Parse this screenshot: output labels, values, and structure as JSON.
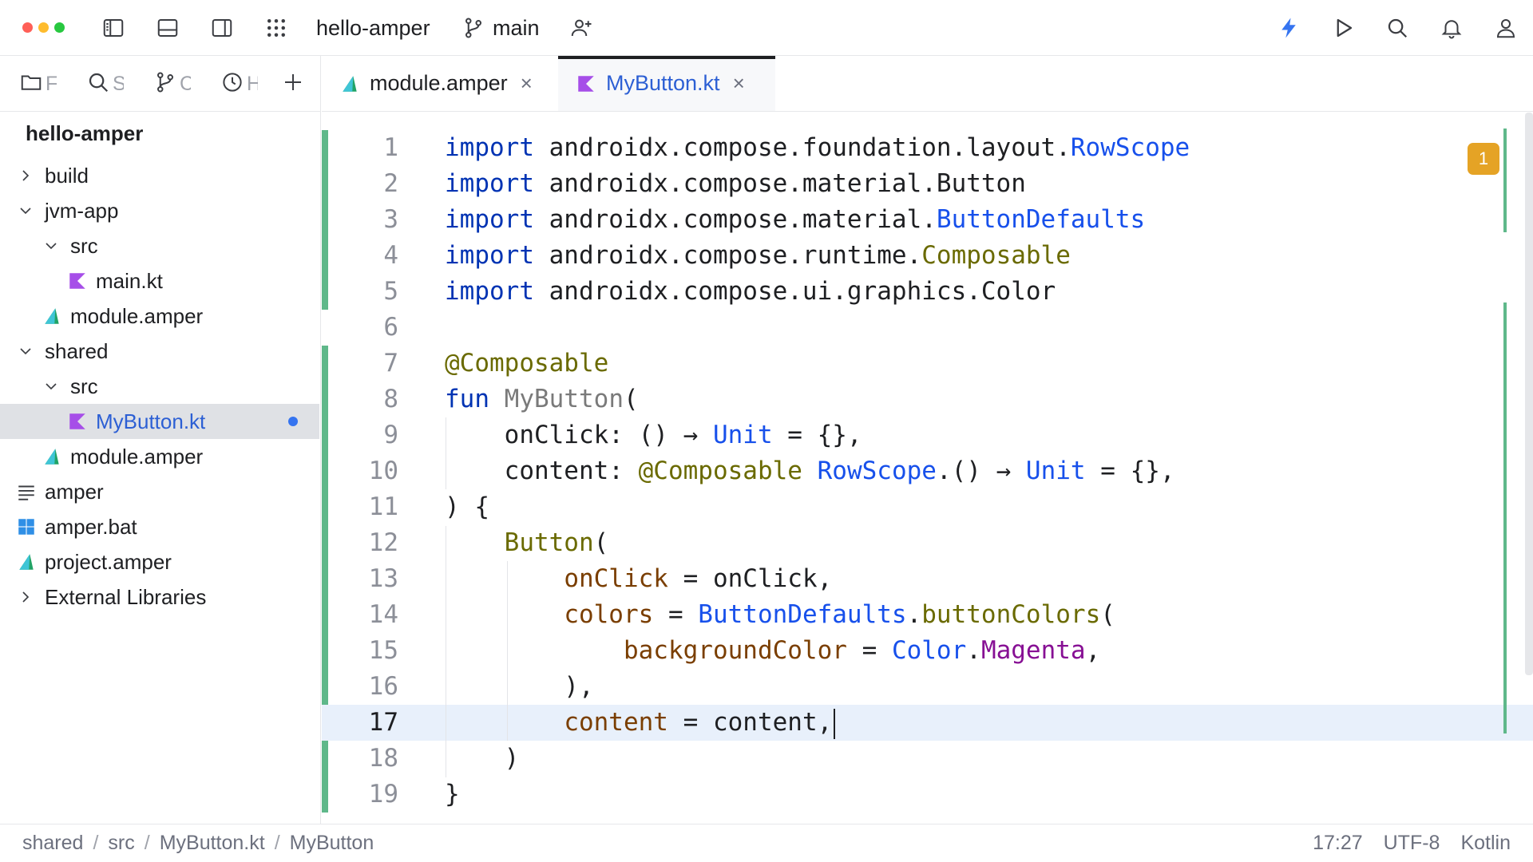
{
  "titlebar": {
    "project": "hello-amper",
    "branch": "main",
    "icons": [
      "sidebar-left-icon",
      "panel-bottom-icon",
      "sidebar-right-icon",
      "apps-grid-icon",
      "branch-icon",
      "add-user-icon",
      "bolt-icon",
      "run-icon",
      "search-icon",
      "bell-icon",
      "profile-icon"
    ]
  },
  "left_tabs": [
    {
      "icon": "folder-icon",
      "label": "F"
    },
    {
      "icon": "search-icon",
      "label": "S"
    },
    {
      "icon": "commit-icon",
      "label": "C"
    },
    {
      "icon": "history-icon",
      "label": "H"
    }
  ],
  "tree": {
    "root": "hello-amper",
    "items": [
      {
        "label": "build",
        "depth": 0,
        "chevron": "right",
        "icon": ""
      },
      {
        "label": "jvm-app",
        "depth": 0,
        "chevron": "down",
        "icon": ""
      },
      {
        "label": "src",
        "depth": 1,
        "chevron": "down",
        "icon": ""
      },
      {
        "label": "main.kt",
        "depth": 2,
        "chevron": "",
        "icon": "kotlin"
      },
      {
        "label": "module.amper",
        "depth": 1,
        "chevron": "",
        "icon": "amper"
      },
      {
        "label": "shared",
        "depth": 0,
        "chevron": "down",
        "icon": ""
      },
      {
        "label": "src",
        "depth": 1,
        "chevron": "down",
        "icon": ""
      },
      {
        "label": "MyButton.kt",
        "depth": 2,
        "chevron": "",
        "icon": "kotlin",
        "selected": true
      },
      {
        "label": "module.amper",
        "depth": 1,
        "chevron": "",
        "icon": "amper"
      },
      {
        "label": "amper",
        "depth": -1,
        "chevron": "",
        "icon": "text"
      },
      {
        "label": "amper.bat",
        "depth": -1,
        "chevron": "",
        "icon": "windows"
      },
      {
        "label": "project.amper",
        "depth": -1,
        "chevron": "",
        "icon": "amper"
      },
      {
        "label": "External Libraries",
        "depth": 0,
        "chevron": "right",
        "icon": ""
      }
    ]
  },
  "editor_tabs": [
    {
      "label": "module.amper",
      "icon": "amper",
      "active": false
    },
    {
      "label": "MyButton.kt",
      "icon": "kotlin",
      "active": true
    }
  ],
  "editor": {
    "warning_count": "1",
    "current_line": 17,
    "lines": [
      [
        [
          "import",
          "k"
        ],
        [
          " androidx.compose.foundation.layout.",
          ""
        ],
        [
          "RowScope",
          "t"
        ]
      ],
      [
        [
          "import",
          "k"
        ],
        [
          " androidx.compose.material.Button",
          ""
        ]
      ],
      [
        [
          "import",
          "k"
        ],
        [
          " androidx.compose.material.",
          ""
        ],
        [
          "ButtonDefaults",
          "t"
        ]
      ],
      [
        [
          "import",
          "k"
        ],
        [
          " androidx.compose.runtime.",
          ""
        ],
        [
          "Composable",
          "a"
        ]
      ],
      [
        [
          "import",
          "k"
        ],
        [
          " androidx.compose.ui.graphics.Color",
          ""
        ]
      ],
      [],
      [
        [
          "@Composable",
          "a"
        ]
      ],
      [
        [
          "fun",
          "k"
        ],
        [
          " ",
          ""
        ],
        [
          "MyButton",
          "fn"
        ],
        [
          "(",
          ""
        ]
      ],
      [
        [
          "    onClick: () → ",
          ""
        ],
        [
          "Unit",
          "t"
        ],
        [
          " = {},",
          ""
        ]
      ],
      [
        [
          "    content: ",
          ""
        ],
        [
          "@Composable",
          "a"
        ],
        [
          " ",
          ""
        ],
        [
          "RowScope",
          "t"
        ],
        [
          ".() → ",
          ""
        ],
        [
          "Unit",
          "t"
        ],
        [
          " = {},",
          ""
        ]
      ],
      [
        [
          ") {",
          ""
        ]
      ],
      [
        [
          "    ",
          ""
        ],
        [
          "Button",
          "a"
        ],
        [
          "(",
          ""
        ]
      ],
      [
        [
          "        ",
          ""
        ],
        [
          "onClick",
          "nm"
        ],
        [
          " = onClick,",
          ""
        ]
      ],
      [
        [
          "        ",
          ""
        ],
        [
          "colors",
          "nm"
        ],
        [
          " = ",
          ""
        ],
        [
          "ButtonDefaults",
          "t"
        ],
        [
          ".",
          ""
        ],
        [
          "buttonColors",
          "a"
        ],
        [
          "(",
          ""
        ]
      ],
      [
        [
          "            ",
          ""
        ],
        [
          "backgroundColor",
          "nm"
        ],
        [
          " = ",
          ""
        ],
        [
          "Color",
          "t"
        ],
        [
          ".",
          ""
        ],
        [
          "Magenta",
          "p"
        ],
        [
          ",",
          ""
        ]
      ],
      [
        [
          "        ),",
          ""
        ]
      ],
      [
        [
          "        ",
          ""
        ],
        [
          "content",
          "nm"
        ],
        [
          " = content,",
          ""
        ]
      ],
      [
        [
          "    )",
          ""
        ]
      ],
      [
        [
          "}",
          ""
        ]
      ]
    ]
  },
  "statusbar": {
    "breadcrumb": [
      "shared",
      "src",
      "MyButton.kt",
      "MyButton"
    ],
    "position": "17:27",
    "encoding": "UTF-8",
    "language": "Kotlin"
  },
  "colors": {
    "accent": "#3574f0",
    "kotlin": "#a64ee8",
    "amper": "#21a366",
    "vcs_modified": "#5fb88a",
    "warning": "#e5a325"
  }
}
